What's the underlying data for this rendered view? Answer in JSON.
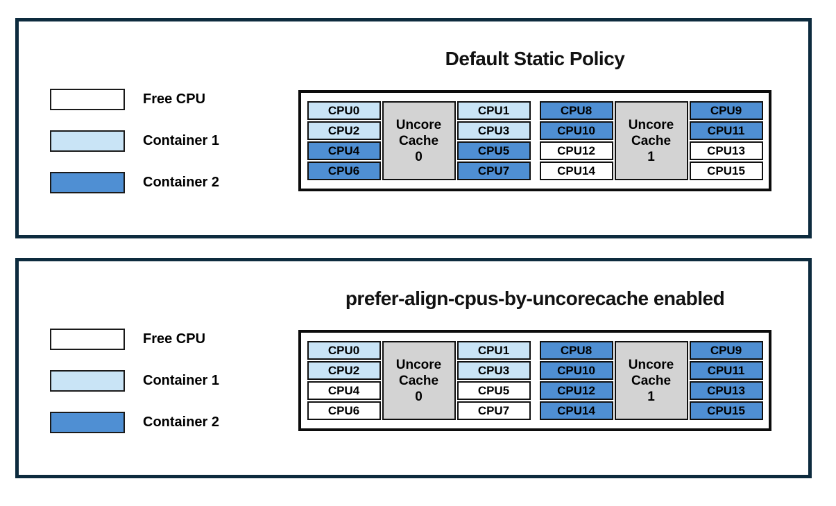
{
  "colors": {
    "free_cpu": "#ffffff",
    "container1": "#c9e4f6",
    "container2": "#4f8fd3",
    "uncore_cache": "#d3d3d3",
    "panel_border": "#0d2b3e",
    "cell_border": "#0f0f0f",
    "text": "#000000"
  },
  "legend": {
    "items": [
      {
        "label": "Free CPU",
        "state": "free_cpu"
      },
      {
        "label": "Container 1",
        "state": "container1"
      },
      {
        "label": "Container 2",
        "state": "container2"
      }
    ]
  },
  "panels": [
    {
      "title": "Default Static Policy",
      "groups": [
        {
          "cache_label": [
            "Uncore",
            "Cache",
            "0"
          ],
          "left_cpus": [
            {
              "label": "CPU0",
              "state": "container1"
            },
            {
              "label": "CPU2",
              "state": "container1"
            },
            {
              "label": "CPU4",
              "state": "container2"
            },
            {
              "label": "CPU6",
              "state": "container2"
            }
          ],
          "right_cpus": [
            {
              "label": "CPU1",
              "state": "container1"
            },
            {
              "label": "CPU3",
              "state": "container1"
            },
            {
              "label": "CPU5",
              "state": "container2"
            },
            {
              "label": "CPU7",
              "state": "container2"
            }
          ]
        },
        {
          "cache_label": [
            "Uncore",
            "Cache",
            "1"
          ],
          "left_cpus": [
            {
              "label": "CPU8",
              "state": "container2"
            },
            {
              "label": "CPU10",
              "state": "container2"
            },
            {
              "label": "CPU12",
              "state": "free_cpu"
            },
            {
              "label": "CPU14",
              "state": "free_cpu"
            }
          ],
          "right_cpus": [
            {
              "label": "CPU9",
              "state": "container2"
            },
            {
              "label": "CPU11",
              "state": "container2"
            },
            {
              "label": "CPU13",
              "state": "free_cpu"
            },
            {
              "label": "CPU15",
              "state": "free_cpu"
            }
          ]
        }
      ]
    },
    {
      "title": "prefer-align-cpus-by-uncorecache enabled",
      "groups": [
        {
          "cache_label": [
            "Uncore",
            "Cache",
            "0"
          ],
          "left_cpus": [
            {
              "label": "CPU0",
              "state": "container1"
            },
            {
              "label": "CPU2",
              "state": "container1"
            },
            {
              "label": "CPU4",
              "state": "free_cpu"
            },
            {
              "label": "CPU6",
              "state": "free_cpu"
            }
          ],
          "right_cpus": [
            {
              "label": "CPU1",
              "state": "container1"
            },
            {
              "label": "CPU3",
              "state": "container1"
            },
            {
              "label": "CPU5",
              "state": "free_cpu"
            },
            {
              "label": "CPU7",
              "state": "free_cpu"
            }
          ]
        },
        {
          "cache_label": [
            "Uncore",
            "Cache",
            "1"
          ],
          "left_cpus": [
            {
              "label": "CPU8",
              "state": "container2"
            },
            {
              "label": "CPU10",
              "state": "container2"
            },
            {
              "label": "CPU12",
              "state": "container2"
            },
            {
              "label": "CPU14",
              "state": "container2"
            }
          ],
          "right_cpus": [
            {
              "label": "CPU9",
              "state": "container2"
            },
            {
              "label": "CPU11",
              "state": "container2"
            },
            {
              "label": "CPU13",
              "state": "container2"
            },
            {
              "label": "CPU15",
              "state": "container2"
            }
          ]
        }
      ]
    }
  ]
}
